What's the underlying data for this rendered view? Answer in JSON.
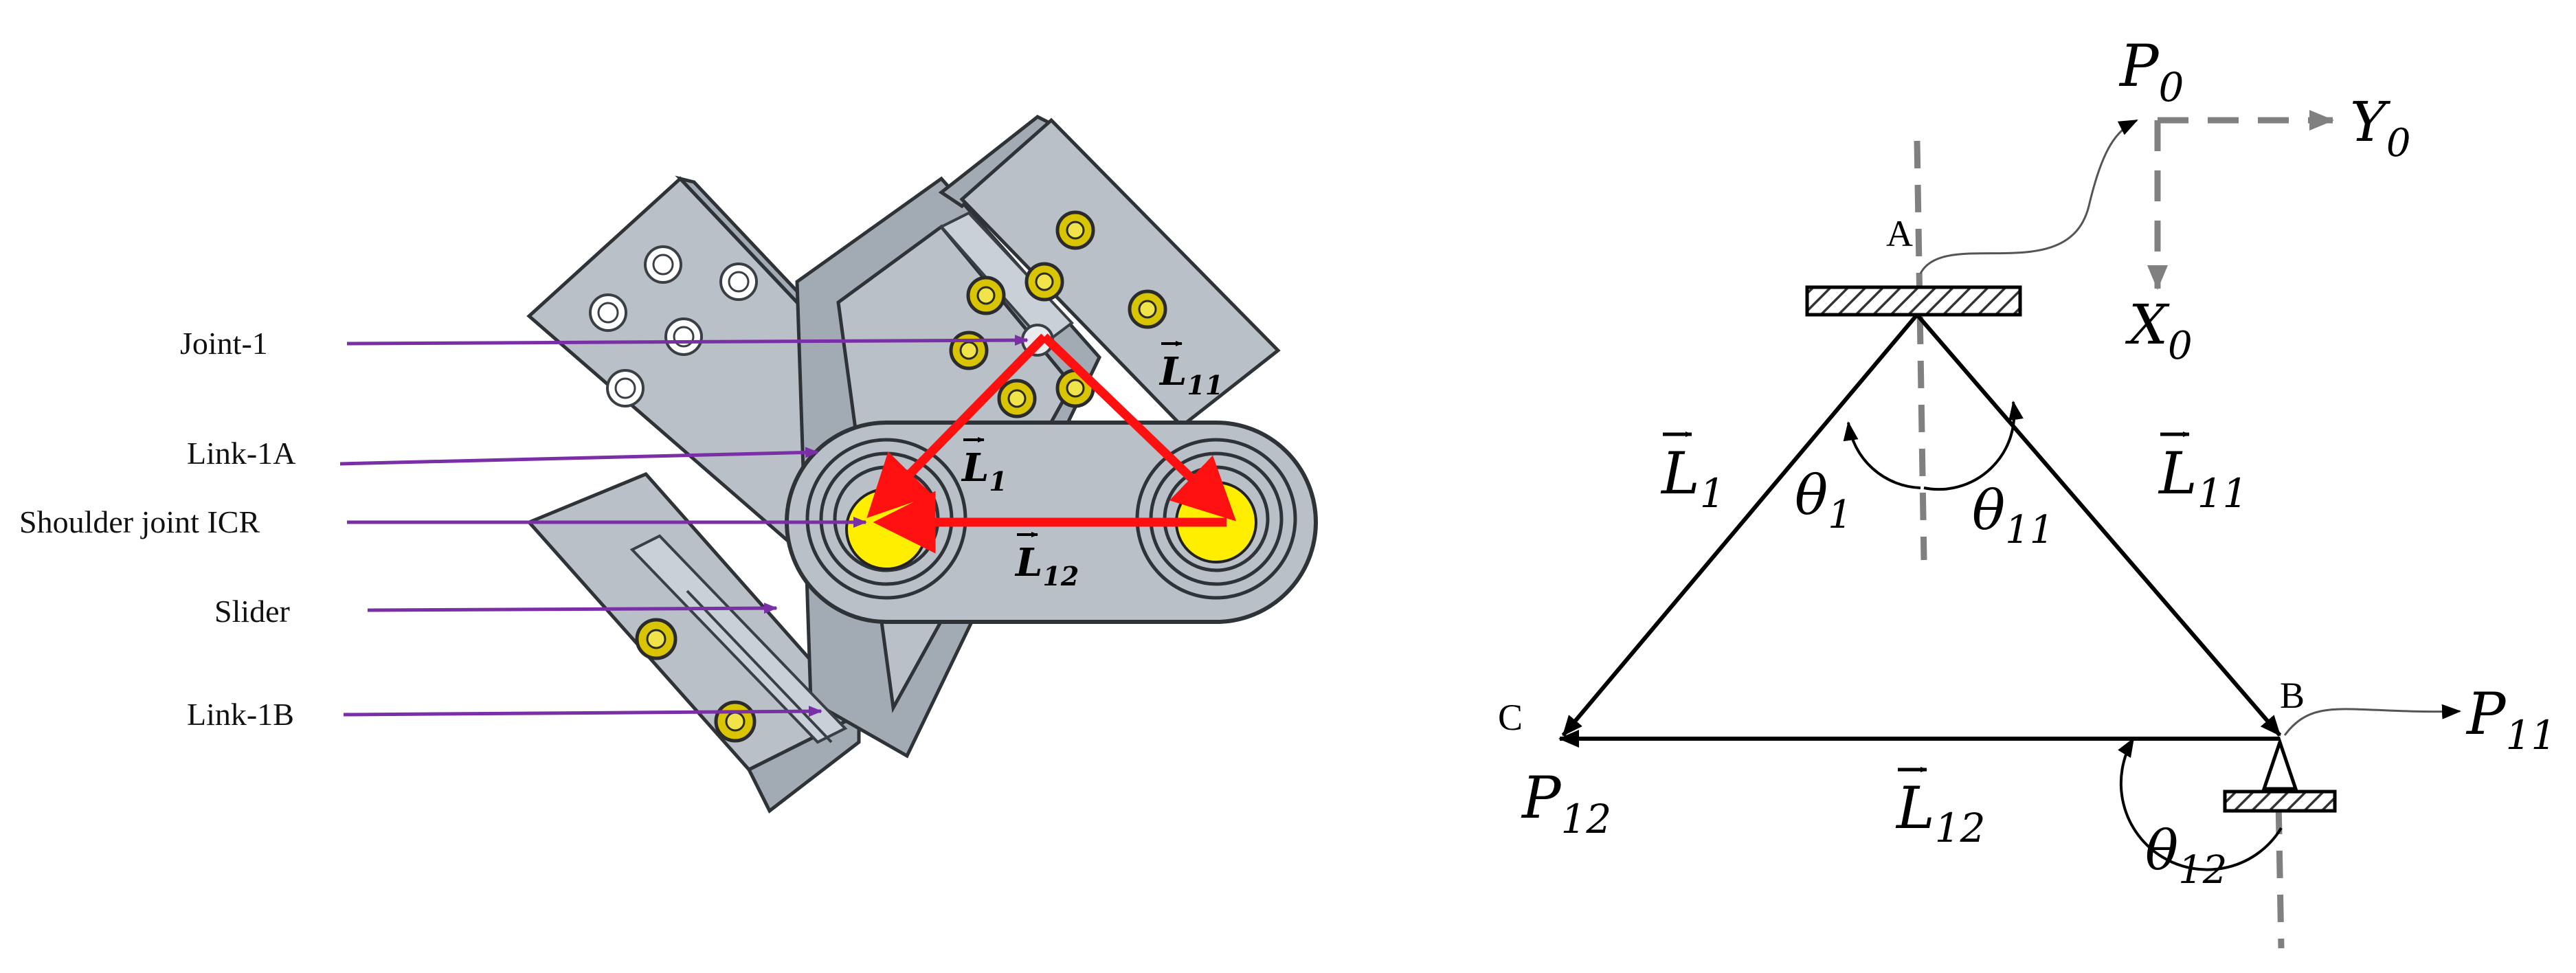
{
  "left_panel": {
    "callouts": [
      {
        "id": "joint1",
        "label": "Joint-1"
      },
      {
        "id": "link1a",
        "label": "Link-1A"
      },
      {
        "id": "shoulder",
        "label": "Shoulder joint ICR"
      },
      {
        "id": "slider",
        "label": "Slider"
      },
      {
        "id": "link1b",
        "label": "Link-1B"
      }
    ],
    "vectors": {
      "l1": "1",
      "l11": "11",
      "l12": "12"
    }
  },
  "right_panel": {
    "points": {
      "a": "A",
      "b": "B",
      "c": "C"
    },
    "frames": {
      "p0": "0",
      "p11": "11",
      "p12": "12"
    },
    "axes": {
      "x0": "0",
      "y0": "0"
    },
    "vectors": {
      "l1": "1",
      "l11": "11",
      "l12": "12"
    },
    "angles": {
      "theta1": "1",
      "theta11": "11",
      "theta12": "12"
    }
  },
  "colors": {
    "callout_line": "#7b2fa6",
    "vector_arrow": "#ff1010",
    "dashed_axis": "#808080",
    "icr_fill": "#ffee00"
  }
}
